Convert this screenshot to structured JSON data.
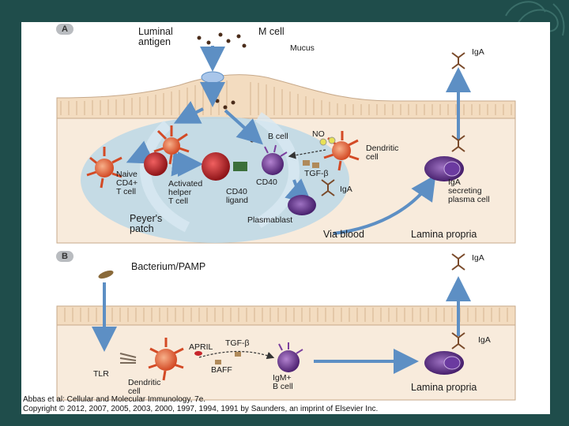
{
  "slide": {
    "background_color": "#1f4d4b",
    "figure_background": "#ffffff"
  },
  "panel_a": {
    "letter": "A",
    "labels": {
      "luminal_antigen": "Luminal\nantigen",
      "m_cell": "M cell",
      "mucus": "Mucus",
      "b_cell": "B cell",
      "no": "NO",
      "dendritic_cell": "Dendritic\ncell",
      "tgf_beta": "TGF-β",
      "naive_cd4": "Naive\nCD4+\nT cell",
      "activated_helper": "Activated\nhelper\nT cell",
      "cd40": "CD40",
      "cd40_ligand": "CD40\nligand",
      "iga_mid": "IgA",
      "iga_top": "IgA",
      "iga_secreting": "IgA\nsecreting\nplasma cell",
      "peyers_patch": "Peyer's\npatch",
      "plasmablast": "Plasmablast",
      "via_blood": "Via blood",
      "lamina_propria": "Lamina propria"
    }
  },
  "panel_b": {
    "letter": "B",
    "labels": {
      "bacterium": "Bacterium/PAMP",
      "iga_top": "IgA",
      "iga_mid": "IgA",
      "tgf_beta": "TGF-β",
      "april": "APRIL",
      "baff": "BAFF",
      "tlr": "TLR",
      "dendritic_cell": "Dendritic\ncell",
      "igm_b_cell": "IgM+\nB cell",
      "lamina_propria": "Lamina propria"
    }
  },
  "credit": {
    "line1": "Abbas et al: Cellular and Molecular Immunology, 7e.",
    "line2": "Copyright © 2012, 2007, 2005, 2003, 2000, 1997, 1994, 1991 by Saunders, an imprint of Elsevier Inc."
  },
  "colors": {
    "epithelium": "#f3dcc0",
    "lamina": "#f8ebdc",
    "patch": "#bcd8e6",
    "arrow": "#5d8fc4",
    "t_cell": "#c7252b",
    "b_cell": "#7b3f9e",
    "dendritic": "#e0603a",
    "plasma": "#5c2a85"
  }
}
